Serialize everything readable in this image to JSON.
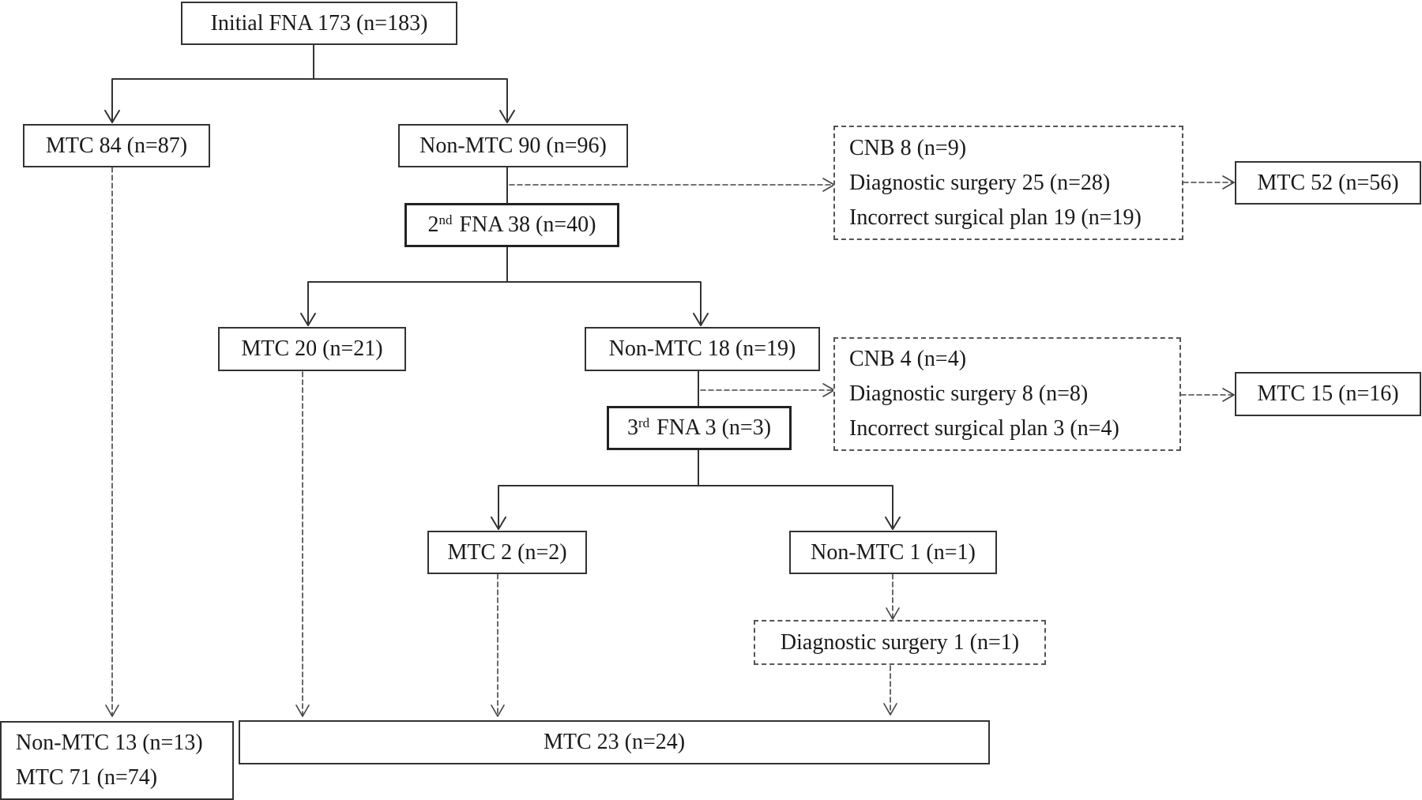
{
  "nodes": {
    "initial_fna": "Initial FNA 173 (n=183)",
    "mtc_84": "MTC 84 (n=87)",
    "non_mtc_90": "Non-MTC 90 (n=96)",
    "branch1": {
      "cnb": "CNB 8 (n=9)",
      "diag_surgery": "Diagnostic surgery 25 (n=28)",
      "incorrect_plan": "Incorrect surgical plan 19 (n=19)"
    },
    "mtc_52": "MTC 52 (n=56)",
    "fna2": {
      "ordinal_num": "2",
      "ordinal_sup": "nd",
      "rest": "FNA 38 (n=40)"
    },
    "mtc_20": "MTC 20 (n=21)",
    "non_mtc_18": "Non-MTC 18 (n=19)",
    "branch2": {
      "cnb": "CNB 4 (n=4)",
      "diag_surgery": "Diagnostic surgery 8 (n=8)",
      "incorrect_plan": "Incorrect surgical plan 3 (n=4)"
    },
    "mtc_15": "MTC 15 (n=16)",
    "fna3": {
      "ordinal_num": "3",
      "ordinal_sup": "rd",
      "rest": "FNA 3 (n=3)"
    },
    "mtc_2": "MTC 2 (n=2)",
    "non_mtc_1": "Non-MTC 1 (n=1)",
    "diag_surgery_1": "Diagnostic surgery 1 (n=1)",
    "final_left": {
      "line1": "Non-MTC 13 (n=13)",
      "line2": "MTC 71 (n=74)"
    },
    "final_mtc": "MTC 23 (n=24)"
  },
  "colors": {
    "line": "#333333",
    "text": "#1a1a1a",
    "background": "#ffffff"
  }
}
